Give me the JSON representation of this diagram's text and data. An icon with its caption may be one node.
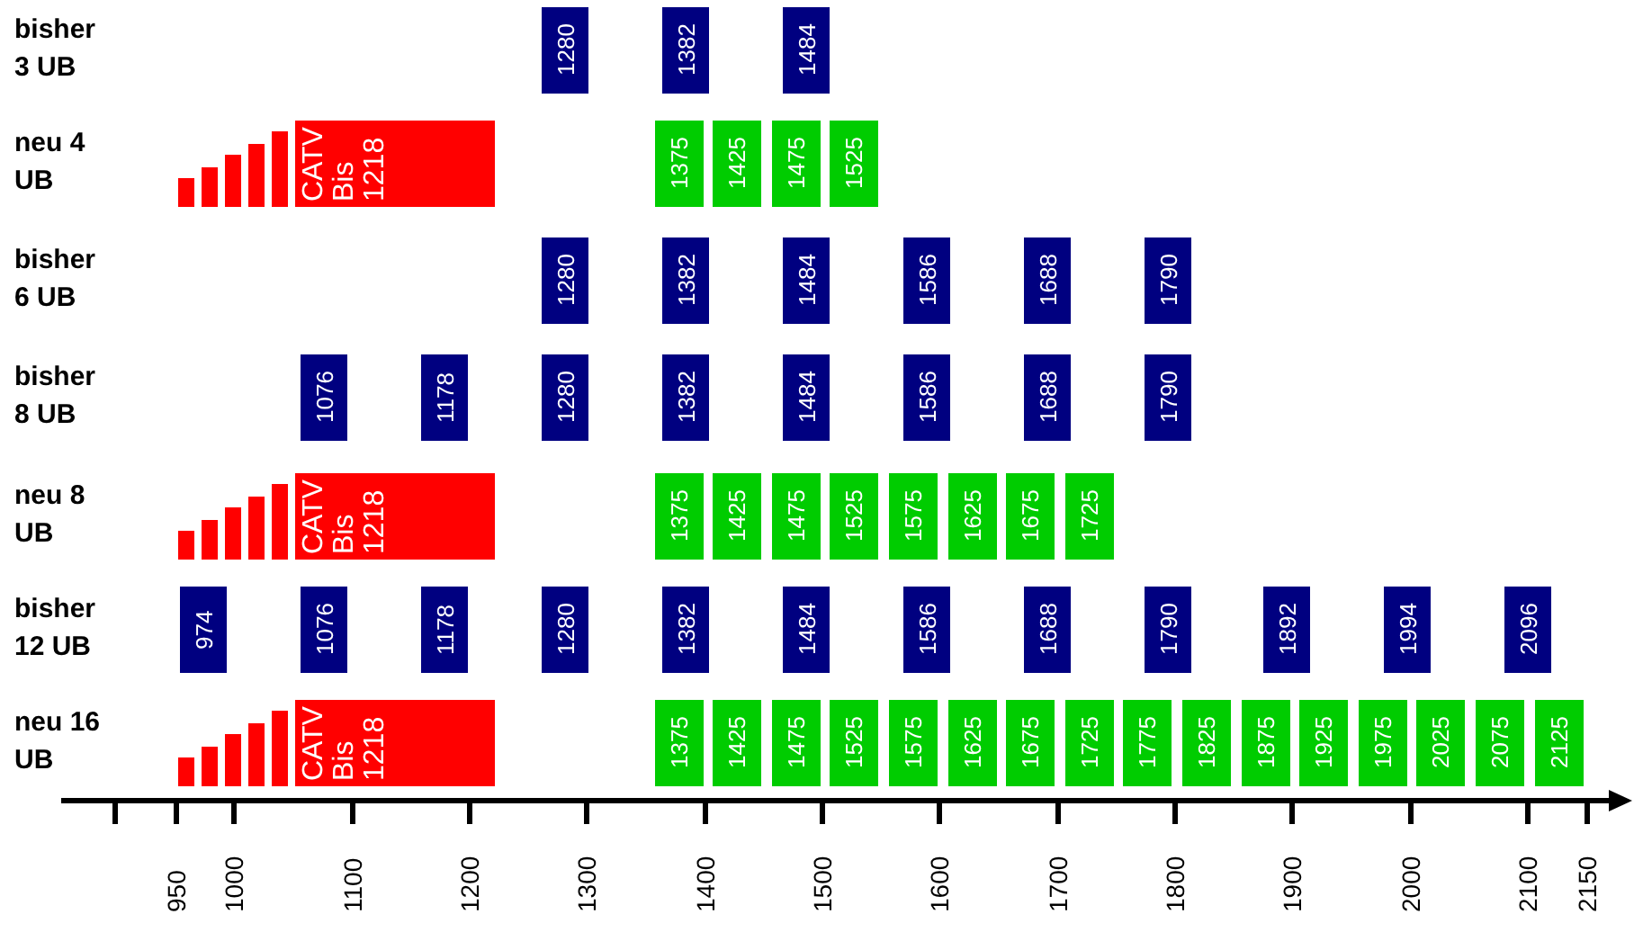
{
  "diagram": {
    "nodes": [
      {
        "text": [
          "1280"
        ]
      },
      {
        "text": [
          "1382"
        ]
      },
      {
        "text": [
          "1484"
        ]
      },
      {
        "text": [
          "CATV Bis 1218"
        ]
      },
      {
        "text": [
          "1375"
        ]
      },
      {
        "text": [
          "1425"
        ]
      },
      {
        "text": [
          "1475"
        ]
      },
      {
        "text": [
          "1525"
        ]
      },
      {
        "text": [
          "1280"
        ]
      },
      {
        "text": [
          "1382"
        ]
      },
      {
        "text": [
          "1484"
        ]
      },
      {
        "text": [
          "1586"
        ]
      },
      {
        "text": [
          "1688"
        ]
      },
      {
        "text": [
          "1790"
        ]
      },
      {
        "text": [
          "1076"
        ]
      },
      {
        "text": [
          "1178"
        ]
      },
      {
        "text": [
          "1280"
        ]
      },
      {
        "text": [
          "1382"
        ]
      },
      {
        "text": [
          "1484"
        ]
      },
      {
        "text": [
          "1586"
        ]
      },
      {
        "text": [
          "1688"
        ]
      },
      {
        "text": [
          "1790"
        ]
      },
      {
        "text": [
          "CATV Bis 1218"
        ]
      },
      {
        "text": [
          "1375"
        ]
      },
      {
        "text": [
          "1425"
        ]
      },
      {
        "text": [
          "1475"
        ]
      },
      {
        "text": [
          "1525"
        ]
      },
      {
        "text": [
          "1575"
        ]
      },
      {
        "text": [
          "1625"
        ]
      },
      {
        "text": [
          "1675"
        ]
      },
      {
        "text": [
          "1725"
        ]
      },
      {
        "text": [
          "974"
        ]
      },
      {
        "text": [
          "1076"
        ]
      },
      {
        "text": [
          "1178"
        ]
      },
      {
        "text": [
          "1280"
        ]
      },
      {
        "text": [
          "1382"
        ]
      },
      {
        "text": [
          "1484"
        ]
      },
      {
        "text": [
          "1586"
        ]
      },
      {
        "text": [
          "1688"
        ]
      },
      {
        "text": [
          "1790"
        ]
      },
      {
        "text": [
          "1892"
        ]
      },
      {
        "text": [
          "1994"
        ]
      },
      {
        "text": [
          "2096"
        ]
      },
      {
        "text": [
          "CATV Bis 1218"
        ]
      },
      {
        "text": [
          "1375"
        ]
      },
      {
        "text": [
          "1425"
        ]
      },
      {
        "text": [
          "1475"
        ]
      },
      {
        "text": [
          "1525"
        ]
      },
      {
        "text": [
          "1575"
        ]
      },
      {
        "text": [
          "1625"
        ]
      },
      {
        "text": [
          "1675"
        ]
      },
      {
        "text": [
          "1725"
        ]
      },
      {
        "text": [
          "1775"
        ]
      },
      {
        "text": [
          "1825"
        ]
      },
      {
        "text": [
          "1875"
        ]
      },
      {
        "text": [
          "1925"
        ]
      },
      {
        "text": [
          "1975"
        ]
      },
      {
        "text": [
          "2025"
        ]
      },
      {
        "text": [
          "2075"
        ]
      },
      {
        "text": [
          "2125"
        ]
      }
    ],
    "edges": [],
    "labels": [
      "bisher 3 UB",
      "neu 4 UB",
      "bisher 6 UB",
      "bisher 8 UB",
      "neu 8 UB",
      "bisher 12 UB",
      "neu 16 UB",
      "950",
      "1000",
      "1100",
      "1200",
      "1300",
      "1400",
      "1500",
      "1600",
      "1700",
      "1800",
      "1900",
      "2000",
      "2100",
      "2150"
    ]
  }
}
